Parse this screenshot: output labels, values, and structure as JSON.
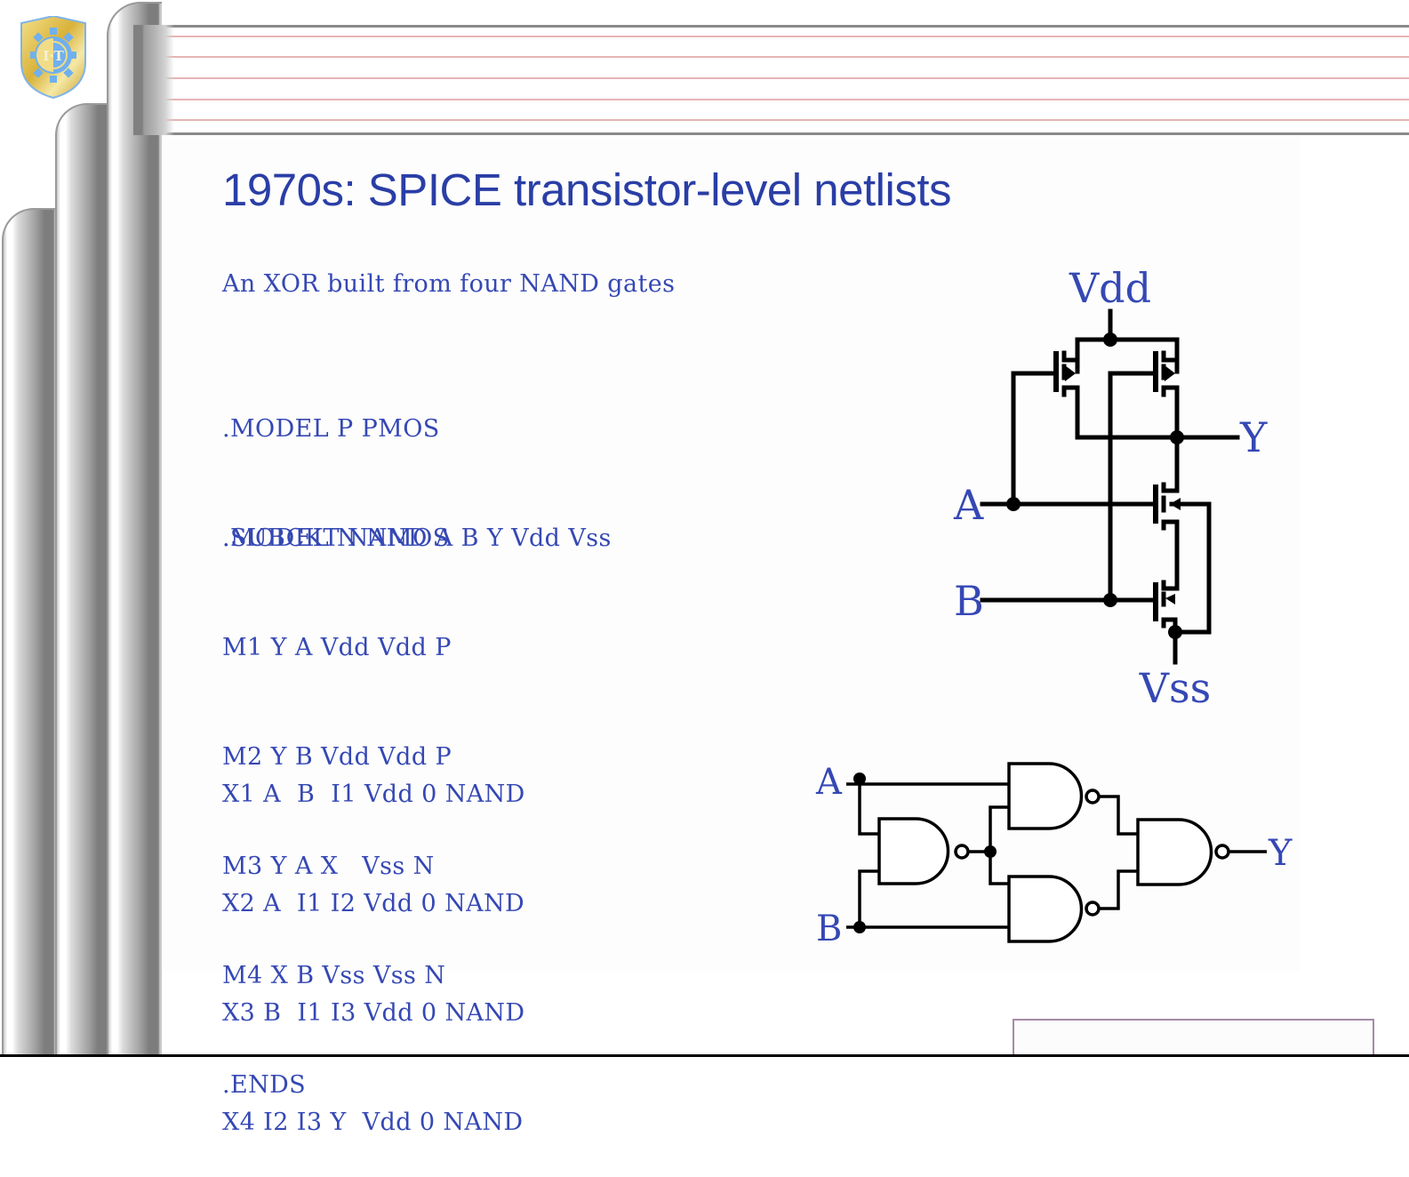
{
  "slide": {
    "title": "1970s: SPICE transistor-level netlists",
    "logo_text": "I·T",
    "intro": "An XOR built from four NAND gates",
    "model_lines": [
      ".MODEL P PMOS",
      ".MODEL N NMOS"
    ],
    "subckt_lines": [
      ".SUBCKT NAND A B Y Vdd Vss",
      "M1 Y A Vdd Vdd P",
      "M2 Y B Vdd Vdd P",
      "M3 Y A X   Vss N",
      "M4 X B Vss Vss N",
      ".ENDS"
    ],
    "instance_lines": [
      "X1 A  B  I1 Vdd 0 NAND",
      "X2 A  I1 I2 Vdd 0 NAND",
      "X3 B  I1 I3 Vdd 0 NAND",
      "X4 I2 I3 Y  Vdd 0 NAND"
    ]
  },
  "transistor_schematic": {
    "labels": {
      "vdd": "Vdd",
      "vss": "Vss",
      "a": "A",
      "b": "B",
      "y": "Y"
    }
  },
  "gate_schematic": {
    "labels": {
      "a": "A",
      "b": "B",
      "y": "Y"
    }
  },
  "colors": {
    "text_blue": "#3548b4",
    "title_blue": "#2a3ea6",
    "rule_red": "#e6b4b4",
    "footer_border": "#a68aa6"
  }
}
